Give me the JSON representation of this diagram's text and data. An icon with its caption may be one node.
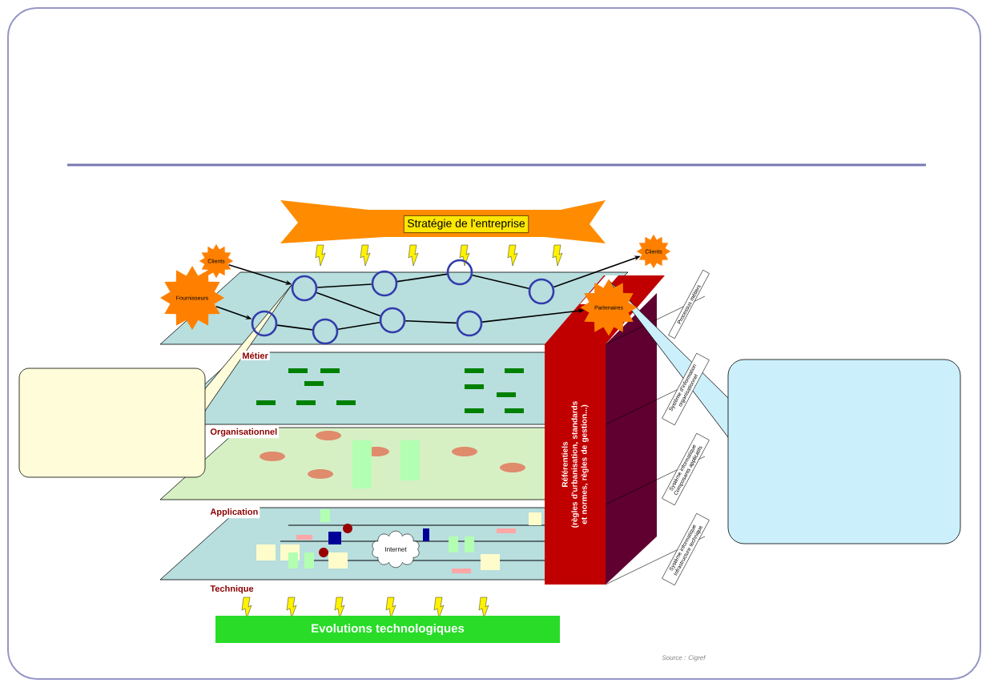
{
  "diagram": {
    "nodes": [
      {
        "text": [
          "Stratégie de l'entreprise"
        ]
      },
      {
        "text": [
          "Clients"
        ]
      },
      {
        "text": [
          "Clients"
        ]
      },
      {
        "text": [
          "Fournisseurs"
        ]
      },
      {
        "text": [],
        "shape": "circle"
      },
      {
        "text": [],
        "shape": "circle"
      },
      {
        "text": [],
        "shape": "circle"
      },
      {
        "text": [],
        "shape": "circle"
      },
      {
        "text": [
          "Partenaires"
        ]
      },
      {
        "text": [],
        "shape": "circle"
      },
      {
        "text": [],
        "shape": "circle"
      },
      {
        "text": [],
        "shape": "circle"
      },
      {
        "text": [],
        "shape": "circle"
      },
      {
        "text": [],
        "shape": "box"
      },
      {
        "text": [],
        "shape": "box"
      },
      {
        "text": [
          "Référentiels",
          "(règles d'urbanisation, standards et normes, règles de gestion...)"
        ]
      },
      {
        "text": [
          "Processus métiers"
        ]
      },
      {
        "text": [
          "Système d'information organisationnel"
        ]
      },
      {
        "text": [
          "Système informatique Composants applicatifs"
        ]
      },
      {
        "text": [
          "Système informatique Infrastructure technique"
        ]
      },
      {
        "text": [
          "Internet"
        ]
      },
      {
        "text": [
          "Evolutions technologiques"
        ]
      }
    ],
    "edges": [
      {
        "from": 1,
        "to": 4,
        "arrow": "to"
      },
      {
        "from": 3,
        "to": 9,
        "arrow": "to"
      },
      {
        "from": 4,
        "to": 5,
        "arrow": "none"
      },
      {
        "from": 5,
        "to": 6,
        "arrow": "none"
      },
      {
        "from": 6,
        "to": 7,
        "arrow": "none"
      },
      {
        "from": 7,
        "to": 2,
        "arrow": "to"
      },
      {
        "from": 4,
        "to": 11,
        "arrow": "none"
      },
      {
        "from": 9,
        "to": 10,
        "arrow": "none"
      },
      {
        "from": 10,
        "to": 11,
        "arrow": "none"
      },
      {
        "from": 11,
        "to": 12,
        "arrow": "none"
      },
      {
        "from": 12,
        "to": 8,
        "arrow": "to"
      }
    ],
    "labels": [
      "Métier",
      "Organisationnel",
      "Application",
      "Technique",
      "Source : Cigref"
    ]
  }
}
